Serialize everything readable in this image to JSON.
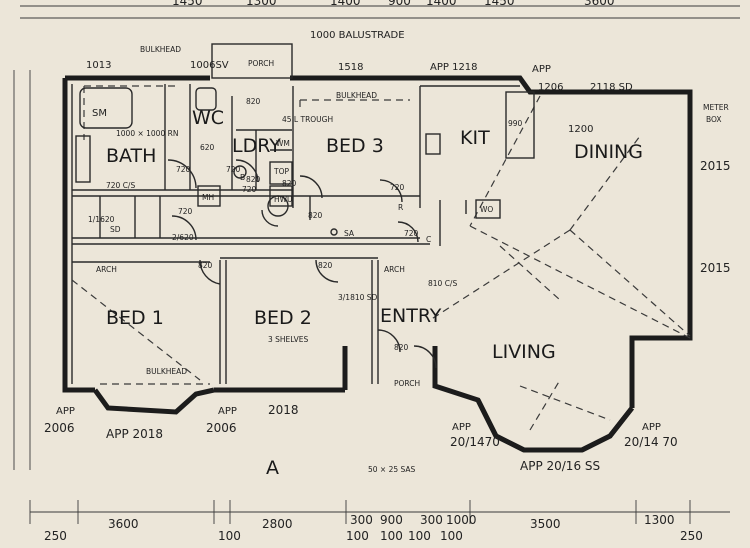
{
  "rooms": {
    "bath": "BATH",
    "wc": "WC",
    "ldry": "LDRY",
    "bed3": "BED 3",
    "kit": "KIT",
    "dining": "DINING",
    "bed1": "BED 1",
    "bed2": "BED 2",
    "entry": "ENTRY",
    "living": "LIVING",
    "porch_top": "PORCH",
    "porch_bottom": "PORCH"
  },
  "labels": {
    "bulkhead_bath": "BULKHEAD",
    "bulkhead_bed3": "BULKHEAD",
    "bulkhead_bed1": "BULKHEAD",
    "balustrade": "1000 BALUSTRADE",
    "app_top_left": "1013",
    "app_1006sv": "1006SV",
    "app_1518": "1518",
    "app_1218": "APP 1218",
    "app_1206": "APP",
    "app_1206b": "1206",
    "app_2118": "2118 SD",
    "meter": "METER",
    "meter2": "BOX",
    "niche": "1000 × 1000 RN",
    "trough": "45 L TROUGH",
    "sm": "SM",
    "hwu": "HWU",
    "mh": "MH",
    "wm": "WM",
    "top": "TOP",
    "b": "B",
    "ref": "R",
    "wo": "WO",
    "sa": "SA",
    "c": "C",
    "arch1": "ARCH",
    "arch2": "ARCH",
    "v720a": "720",
    "v720b": "720",
    "v720c": "720",
    "v720d": "720",
    "v720e": "720",
    "v720f": "720",
    "v620": "620",
    "v820a": "820",
    "v820b": "820",
    "v820c": "820",
    "v820d": "820",
    "v820e": "820",
    "v820f": "820",
    "v820g": "820",
    "v990": "990",
    "v1200": "1200",
    "w2015a": "2015",
    "w2015b": "2015",
    "cs1": "720 C/S",
    "sd1": "1/1620",
    "sd1b": "SD",
    "v2620": "2/620",
    "sd2": "3/1810 SD",
    "shelves": "3 SHELVES",
    "cs2": "810 C/S",
    "app_2006a": "APP",
    "app_2006a2": "2006",
    "app_2018": "APP 2018",
    "app_2006b": "APP",
    "app_2006b2": "2006",
    "v2018": "2018",
    "app_201470a": "APP",
    "app_201470a2": "20/1470",
    "app_20116": "APP 20/16 SS",
    "app_201470b": "APP",
    "app_201470b2": "20/14 70",
    "sas": "50 × 25 SAS",
    "elev": "A"
  },
  "dims_top": [
    "1450",
    "1300",
    "1400",
    "900",
    "1400",
    "1450",
    "3600"
  ],
  "dims_bottom": [
    "250",
    "3600",
    "100",
    "2800",
    "300",
    "100",
    "900",
    "100",
    "300",
    "100",
    "1000",
    "100",
    "3500",
    "1300",
    "250"
  ]
}
